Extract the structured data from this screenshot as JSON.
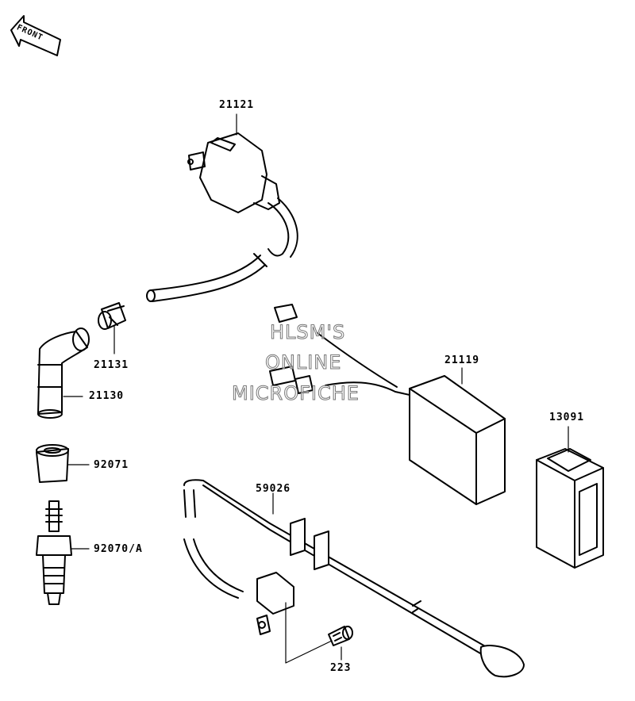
{
  "front_label": "FRONT",
  "watermark": {
    "line1": "HLSM'S",
    "line2": "ONLINE",
    "line3": "MICROFICHE"
  },
  "parts": {
    "ignition_coil": "21121",
    "cap": "21131",
    "plug_cap": "21130",
    "boot": "92071",
    "spark_plug": "92070/A",
    "cdi_unit": "21119",
    "relay": "13091",
    "lead_wire": "59026",
    "bolt": "223"
  }
}
